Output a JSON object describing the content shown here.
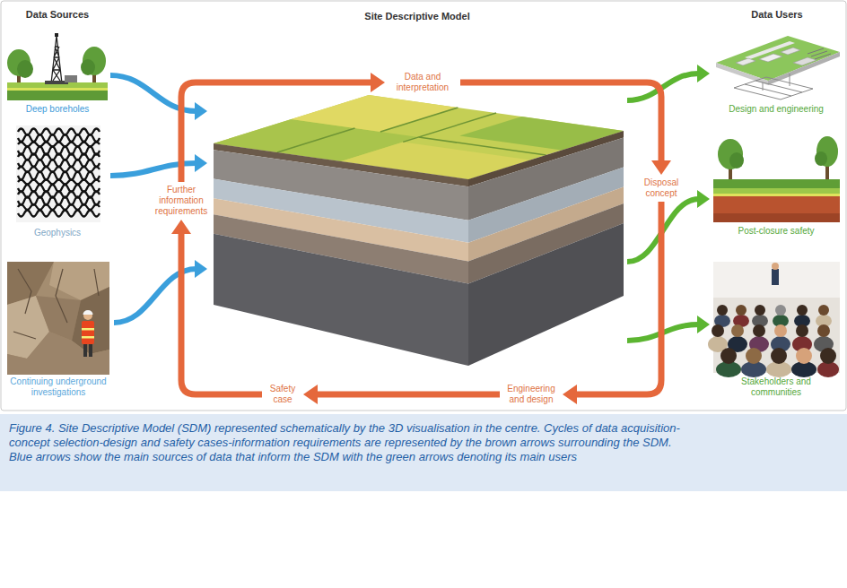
{
  "diagram": {
    "caption": "Figure 4. Site Descriptive Model (SDM) represented schematically by the 3D visualisation in the centre. Cycles of data acquisition-concept selection-design and safety cases-information requirements are represented by the brown arrows surrounding the SDM. Blue arrows show the main sources of data that inform the SDM with the green arrows denoting its main users",
    "nodes": [
      {
        "text": [
          "Deep boreholes"
        ]
      },
      {
        "text": [
          "Geophysics"
        ]
      },
      {
        "text": [
          "Continuing underground investigations"
        ]
      },
      {
        "text": [
          "Site Descriptive Model"
        ]
      },
      {
        "text": [
          "Data and interpretation"
        ]
      },
      {
        "text": [
          "Disposal concept"
        ]
      },
      {
        "text": [
          "Engineering and design"
        ]
      },
      {
        "text": [
          "Safety case"
        ]
      },
      {
        "text": [
          "Further information requirements"
        ]
      },
      {
        "text": [
          "Design and engineering"
        ]
      },
      {
        "text": [
          "Post-closure safety"
        ]
      },
      {
        "text": [
          "Stakeholders and communities"
        ]
      }
    ],
    "edges": [
      {
        "from": 0,
        "to": 3,
        "arrow": "to"
      },
      {
        "from": 1,
        "to": 3,
        "arrow": "to"
      },
      {
        "from": 2,
        "to": 3,
        "arrow": "to"
      },
      {
        "from": 3,
        "to": 9,
        "arrow": "to"
      },
      {
        "from": 3,
        "to": 10,
        "arrow": "to"
      },
      {
        "from": 3,
        "to": 11,
        "arrow": "to"
      },
      {
        "from": 8,
        "to": 4,
        "arrow": "to"
      },
      {
        "from": 4,
        "to": 5,
        "arrow": "to"
      },
      {
        "from": 5,
        "to": 6,
        "arrow": "to"
      },
      {
        "from": 6,
        "to": 7,
        "arrow": "to"
      },
      {
        "from": 7,
        "to": 8,
        "arrow": "to"
      }
    ],
    "labels": [
      "Data Sources",
      "Data Users"
    ]
  }
}
